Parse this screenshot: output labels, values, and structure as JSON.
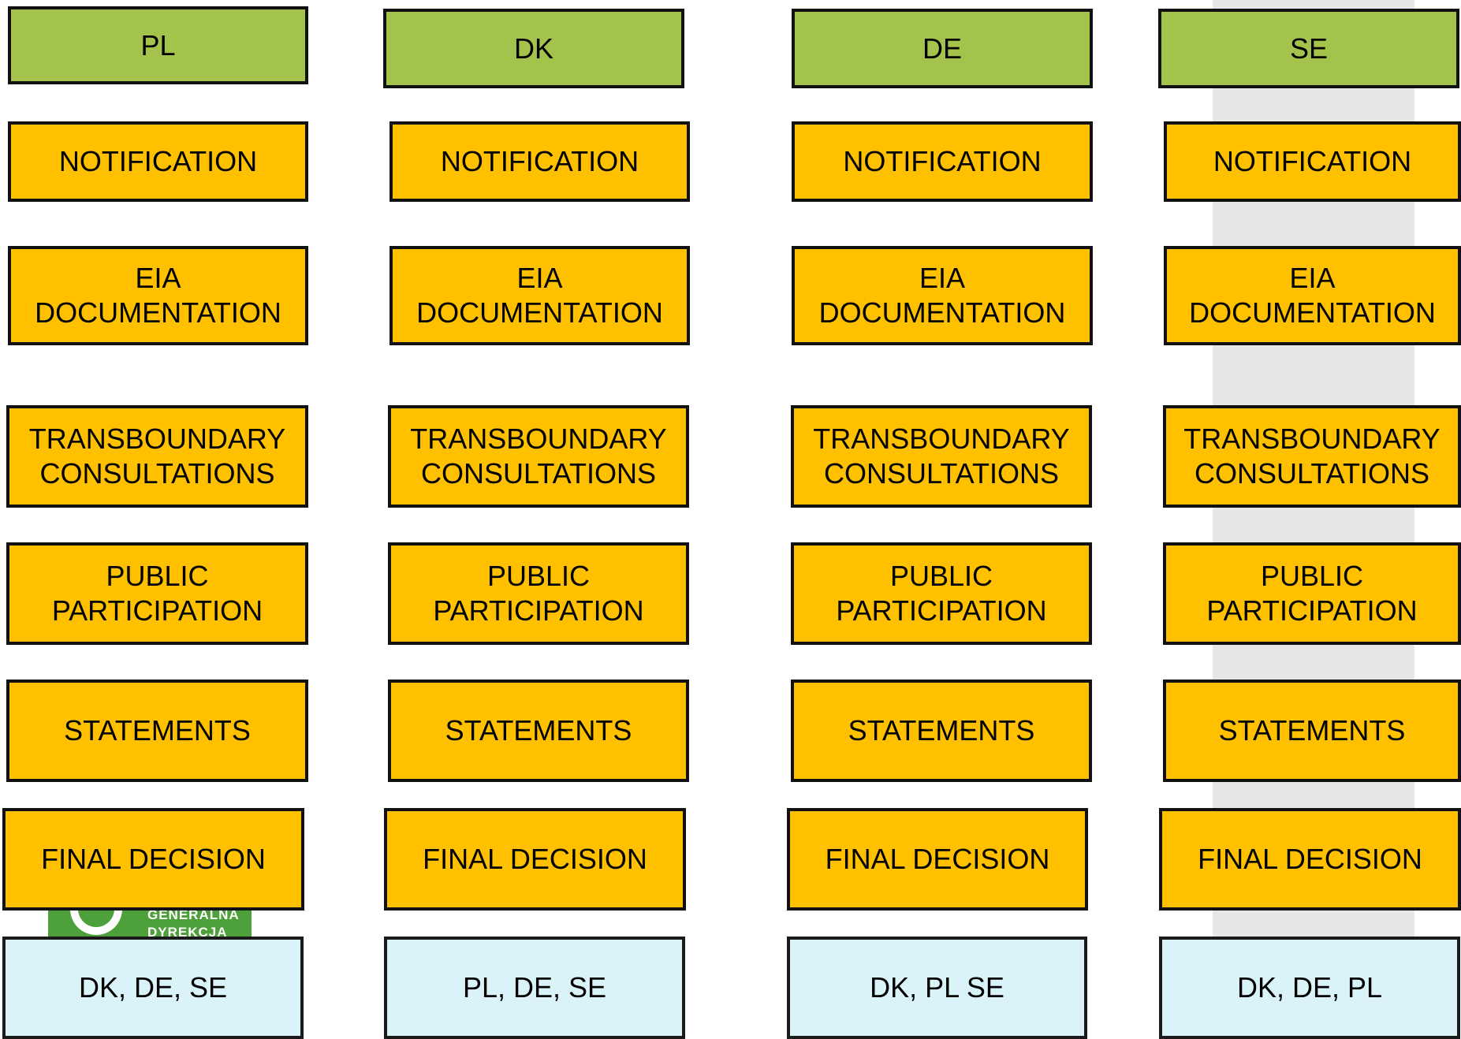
{
  "colors": {
    "country_header": "#a4c34c",
    "stage": "#ffc000",
    "affected_parties": "#daf3f8",
    "border": "#111111",
    "background_stripe": "#e7e7e7",
    "logo_green": "#4ea13a"
  },
  "logo": {
    "text": "GENERALNA\nDYREKCJA"
  },
  "columns": [
    {
      "country": "PL",
      "stages": [
        "NOTIFICATION",
        "EIA\nDOCUMENTATION",
        "TRANSBOUNDARY\nCONSULTATIONS",
        "PUBLIC\nPARTICIPATION",
        "STATEMENTS",
        "FINAL DECISION"
      ],
      "affected": "DK, DE, SE"
    },
    {
      "country": "DK",
      "stages": [
        "NOTIFICATION",
        "EIA\nDOCUMENTATION",
        "TRANSBOUNDARY\nCONSULTATIONS",
        "PUBLIC\nPARTICIPATION",
        "STATEMENTS",
        "FINAL DECISION"
      ],
      "affected": "PL, DE, SE"
    },
    {
      "country": "DE",
      "stages": [
        "NOTIFICATION",
        "EIA\nDOCUMENTATION",
        "TRANSBOUNDARY\nCONSULTATIONS",
        "PUBLIC\nPARTICIPATION",
        "STATEMENTS",
        "FINAL DECISION"
      ],
      "affected": "DK, PL SE"
    },
    {
      "country": "SE",
      "stages": [
        "NOTIFICATION",
        "EIA\nDOCUMENTATION",
        "TRANSBOUNDARY\nCONSULTATIONS",
        "PUBLIC\nPARTICIPATION",
        "STATEMENTS",
        "FINAL DECISION"
      ],
      "affected": "DK, DE, PL"
    }
  ]
}
